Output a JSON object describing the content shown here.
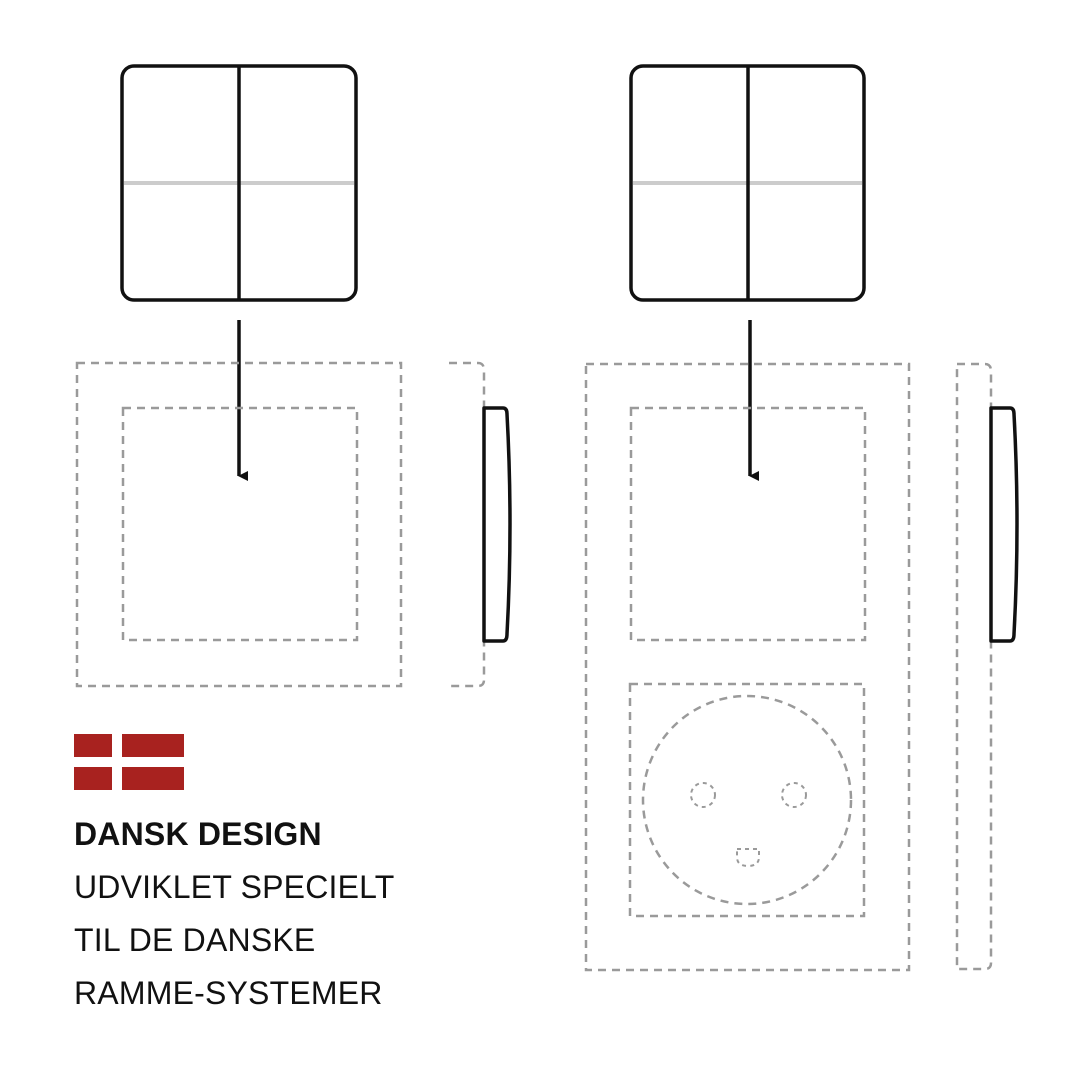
{
  "colors": {
    "stroke": "#111111",
    "dashed": "#9a9a9a",
    "divider": "#cccccc",
    "flag_red": "#a8221f",
    "flag_cross": "#ffffff"
  },
  "flag": {
    "country": "Denmark",
    "icon": "danish-flag-icon"
  },
  "caption": {
    "heading": "DANSK DESIGN",
    "lines": [
      "UDVIKLET SPECIELT",
      "TIL DE DANSKE",
      "RAMME-SYSTEMER"
    ]
  },
  "diagrams": [
    {
      "id": "single-frame",
      "module": "rocker-switch",
      "frame_slots": 1,
      "has_socket": false
    },
    {
      "id": "double-frame",
      "module": "rocker-switch",
      "frame_slots": 2,
      "has_socket": true
    }
  ]
}
